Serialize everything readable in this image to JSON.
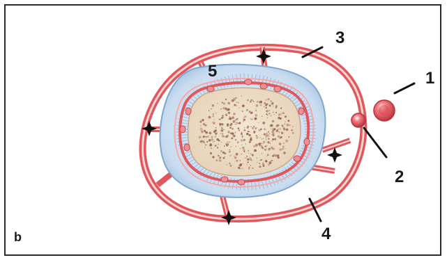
{
  "figure": {
    "panel_letter": "b",
    "labels": [
      "1",
      "2",
      "3",
      "4",
      "5"
    ]
  },
  "colors": {
    "vessel": "#e2575c",
    "vessel_light": "#f4b7b5",
    "periosteum": "#bcd3ea",
    "bone": "#efdcc3",
    "marrow_dots": "#8e5a3f",
    "leader_line": "#111111"
  }
}
